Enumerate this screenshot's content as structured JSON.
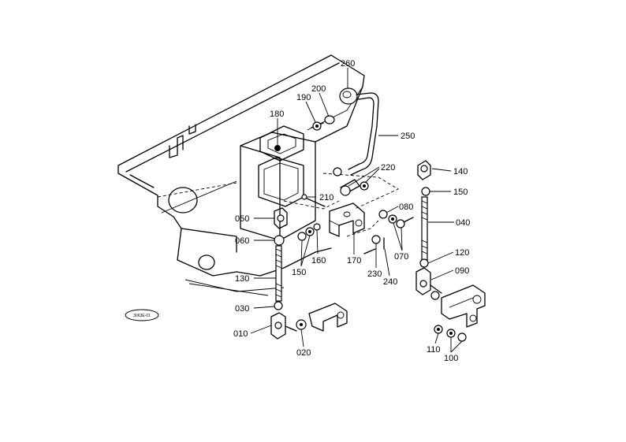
{
  "parts": [
    {
      "id": "260",
      "label": "260"
    },
    {
      "id": "200",
      "label": "200"
    },
    {
      "id": "190",
      "label": "190"
    },
    {
      "id": "180",
      "label": "180"
    },
    {
      "id": "250",
      "label": "250"
    },
    {
      "id": "220",
      "label": "220"
    },
    {
      "id": "140",
      "label": "140"
    },
    {
      "id": "150a",
      "label": "150"
    },
    {
      "id": "210",
      "label": "210"
    },
    {
      "id": "080",
      "label": "080"
    },
    {
      "id": "040",
      "label": "040"
    },
    {
      "id": "050",
      "label": "050"
    },
    {
      "id": "060",
      "label": "060"
    },
    {
      "id": "160",
      "label": "160"
    },
    {
      "id": "170",
      "label": "170"
    },
    {
      "id": "070",
      "label": "070"
    },
    {
      "id": "120",
      "label": "120"
    },
    {
      "id": "150b",
      "label": "150"
    },
    {
      "id": "230",
      "label": "230"
    },
    {
      "id": "240",
      "label": "240"
    },
    {
      "id": "090",
      "label": "090"
    },
    {
      "id": "130",
      "label": "130"
    },
    {
      "id": "030",
      "label": "030"
    },
    {
      "id": "010",
      "label": "010"
    },
    {
      "id": "020",
      "label": "020"
    },
    {
      "id": "110",
      "label": "110"
    },
    {
      "id": "100",
      "label": "100"
    }
  ],
  "stamp": "3063E-01"
}
